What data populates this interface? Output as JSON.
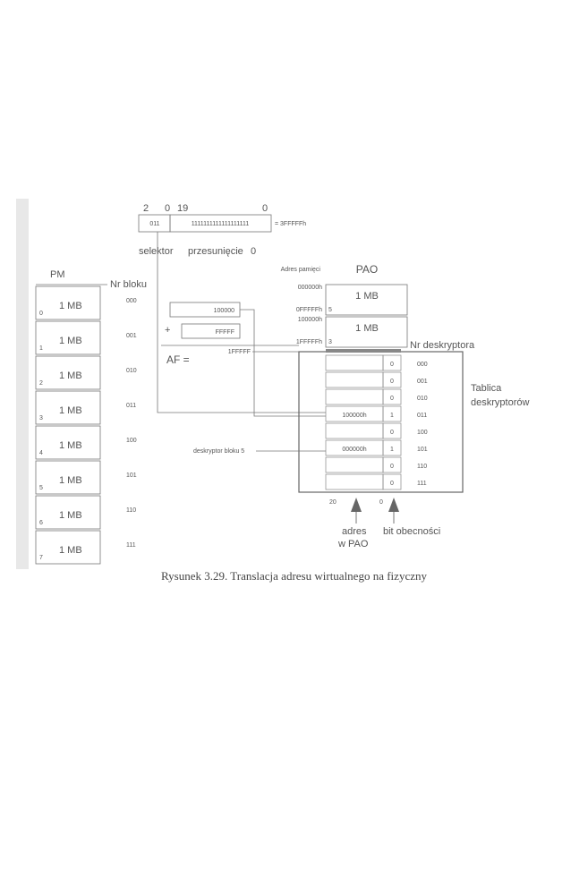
{
  "selector_bits": {
    "left": "2",
    "mid": "0",
    "offset_high": "19",
    "offset_low": "0"
  },
  "selector_value": "011",
  "offset_value": "1111111111111111111",
  "selector_eq": "= 3FFFFFh",
  "labels": {
    "selector": "selektor",
    "offset": "przesunięcie",
    "offset_zero": "0",
    "pm": "PM",
    "block_no": "Nr bloku",
    "mem_address": "Adres pamięci",
    "pao": "PAO",
    "desc_no": "Nr deskryptora",
    "desc_table_1": "Tablica",
    "desc_table_2": "deskryptorów",
    "addr_label_1": "adres",
    "addr_label_2": "w PAO",
    "presence_label": "bit obecności",
    "bit20": "20",
    "bit0": "0",
    "descriptor_5": "deskryptor bloku 5",
    "af": "AF =",
    "af_value": "1FFFFF"
  },
  "adder": {
    "a": "100000",
    "b": "FFFFF",
    "op": "+"
  },
  "pm_blocks": [
    {
      "idx": "0",
      "label": "1 MB",
      "code": "000"
    },
    {
      "idx": "1",
      "label": "1 MB",
      "code": "001"
    },
    {
      "idx": "2",
      "label": "1 MB",
      "code": "010"
    },
    {
      "idx": "3",
      "label": "1 MB",
      "code": "011"
    },
    {
      "idx": "4",
      "label": "1 MB",
      "code": "100"
    },
    {
      "idx": "5",
      "label": "1 MB",
      "code": "101"
    },
    {
      "idx": "6",
      "label": "1 MB",
      "code": "110"
    },
    {
      "idx": "7",
      "label": "1 MB",
      "code": "111"
    }
  ],
  "pao_blocks": [
    {
      "label": "1 MB",
      "start": "000000h",
      "end": "0FFFFFh",
      "idx": "5"
    },
    {
      "label": "1 MB",
      "start": "100000h",
      "end": "1FFFFFh",
      "idx": "3"
    }
  ],
  "descriptors": [
    {
      "addr": "",
      "bit": "0",
      "code": "000"
    },
    {
      "addr": "",
      "bit": "0",
      "code": "001"
    },
    {
      "addr": "",
      "bit": "0",
      "code": "010"
    },
    {
      "addr": "100000h",
      "bit": "1",
      "code": "011"
    },
    {
      "addr": "",
      "bit": "0",
      "code": "100"
    },
    {
      "addr": "000000h",
      "bit": "1",
      "code": "101"
    },
    {
      "addr": "",
      "bit": "0",
      "code": "110"
    },
    {
      "addr": "",
      "bit": "0",
      "code": "111"
    }
  ],
  "caption": "Rysunek 3.29. Translacja adresu wirtualnego na fizyczny"
}
